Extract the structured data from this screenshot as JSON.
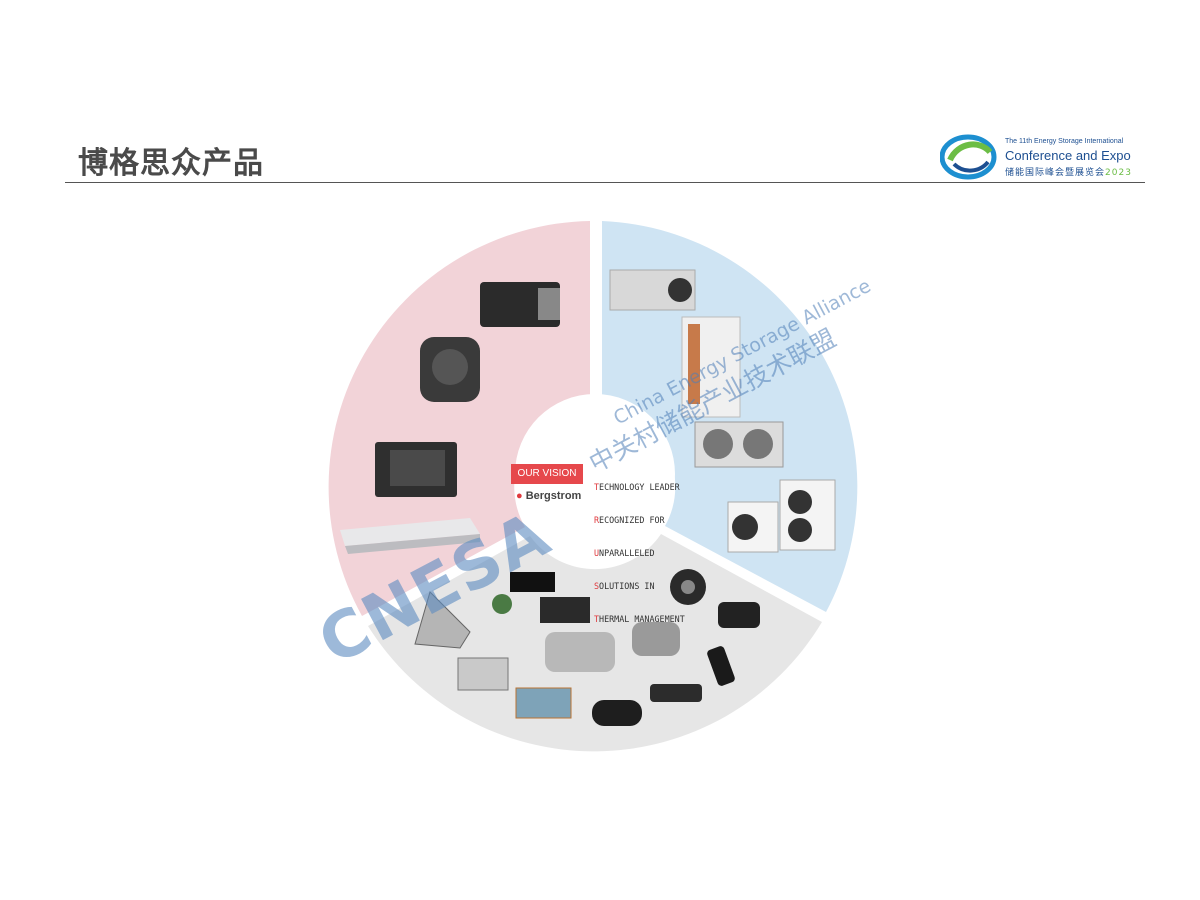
{
  "slide": {
    "title": "博格思众产品"
  },
  "event_logo": {
    "line1": "The 11th Energy Storage International",
    "line2": "Conference and Expo",
    "line3_cn": "储能国际峰会暨展览会",
    "line3_year": "2023",
    "colors": {
      "blue": "#1d4f91",
      "green": "#6cbd45"
    }
  },
  "center": {
    "vision_label": "OUR VISION",
    "brand": "Bergstrom",
    "lines": [
      {
        "cap": "T",
        "rest": "ECHNOLOGY LEADER"
      },
      {
        "cap": "R",
        "rest": "ECOGNIZED FOR"
      },
      {
        "cap": "U",
        "rest": "NPARALLELED"
      },
      {
        "cap": "S",
        "rest": "OLUTIONS IN"
      },
      {
        "cap": "T",
        "rest": "HERMAL MANAGEMENT"
      }
    ]
  },
  "segments": {
    "left_color": "#f2d3d8",
    "right_color": "#cfe4f3",
    "bottom_color": "#e6e6e6"
  },
  "watermark": {
    "cn": "中关村储能产业技术联盟",
    "en": "China Energy Storage Alliance",
    "logo": "CNESA"
  }
}
